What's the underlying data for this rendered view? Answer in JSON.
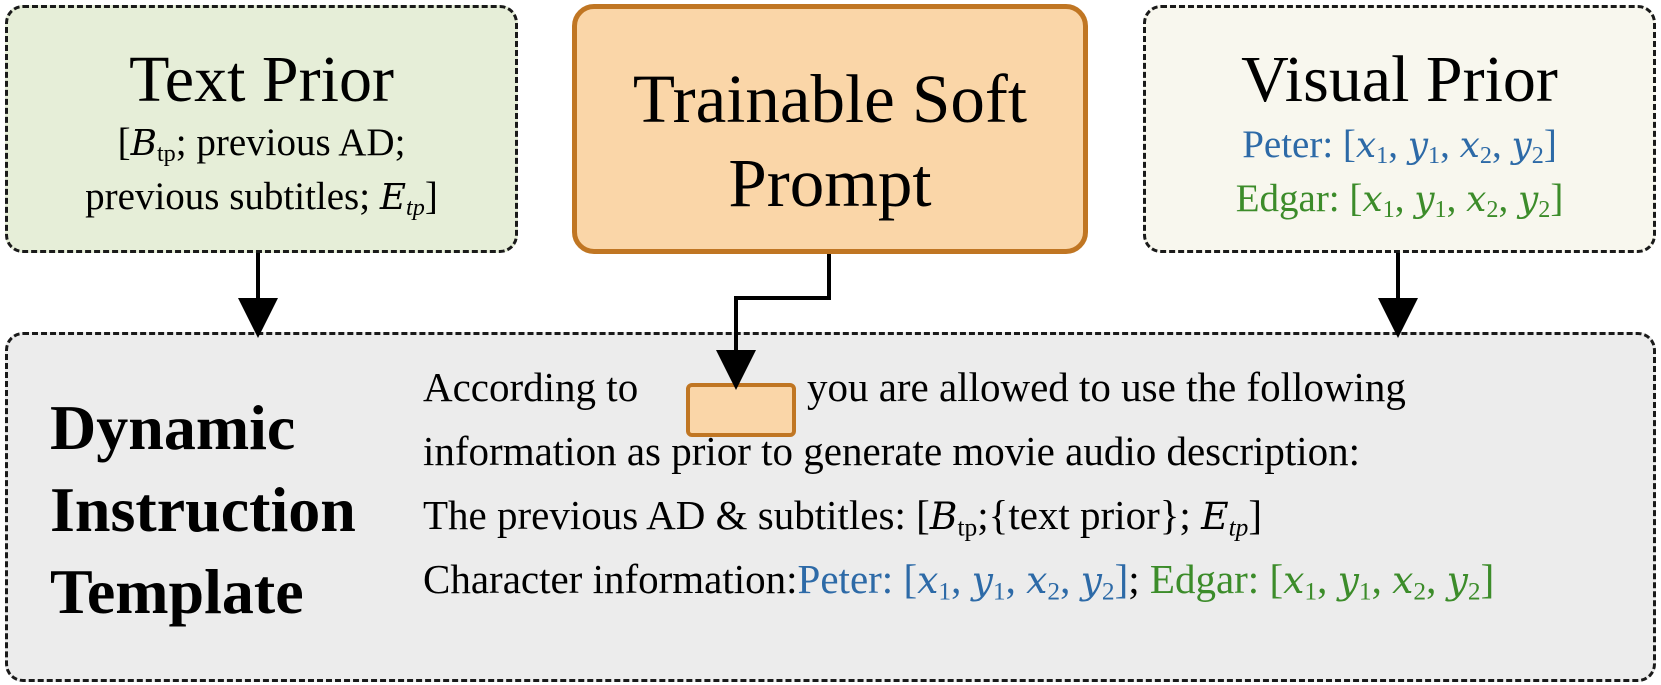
{
  "text_prior": {
    "title": "Text Prior",
    "line1_open": "[",
    "line1_B": "B",
    "line1_B_sub": "tp",
    "line1_rest": "; previous AD;",
    "line2_text": "previous subtitles; ",
    "line2_E": "E",
    "line2_E_sub": "tp",
    "line2_close": "]"
  },
  "soft_prompt": {
    "title_line1": "Trainable Soft",
    "title_line2": "Prompt"
  },
  "visual_prior": {
    "title": "Visual Prior",
    "peter_label": "Peter: ",
    "edgar_label": "Edgar: ",
    "coords": {
      "open": "[",
      "x1": "x",
      "x1_sub": "1",
      "y1": "y",
      "y1_sub": "1",
      "x2": "x",
      "x2_sub": "2",
      "y2": "y",
      "y2_sub": "2",
      "sep": ", ",
      "close": "]"
    }
  },
  "template": {
    "heading_line1": "Dynamic",
    "heading_line2": "Instruction",
    "heading_line3": "Template",
    "line1_before": "According to",
    "line1_after": ", you are allowed to use the following",
    "line2": "information as prior to generate movie audio description:",
    "line3_prefix": "The previous AD & subtitles: [",
    "line3_B": "B",
    "line3_B_sub": "tp",
    "line3_mid": ";{text prior}; ",
    "line3_E": "E",
    "line3_E_sub": "tp",
    "line3_close": "]",
    "line4_prefix": "Character information:",
    "line4_peter": "Peter: ",
    "line4_sep": "; ",
    "line4_edgar": "Edgar: "
  },
  "colors": {
    "text_prior_fill": "#e6eed8",
    "soft_prompt_fill": "#fad6a8",
    "soft_prompt_border": "#c07623",
    "visual_prior_fill": "#f8f7ee",
    "template_fill": "#ececec",
    "peter_blue": "#2d6aa7",
    "edgar_green": "#3c8c2a"
  }
}
